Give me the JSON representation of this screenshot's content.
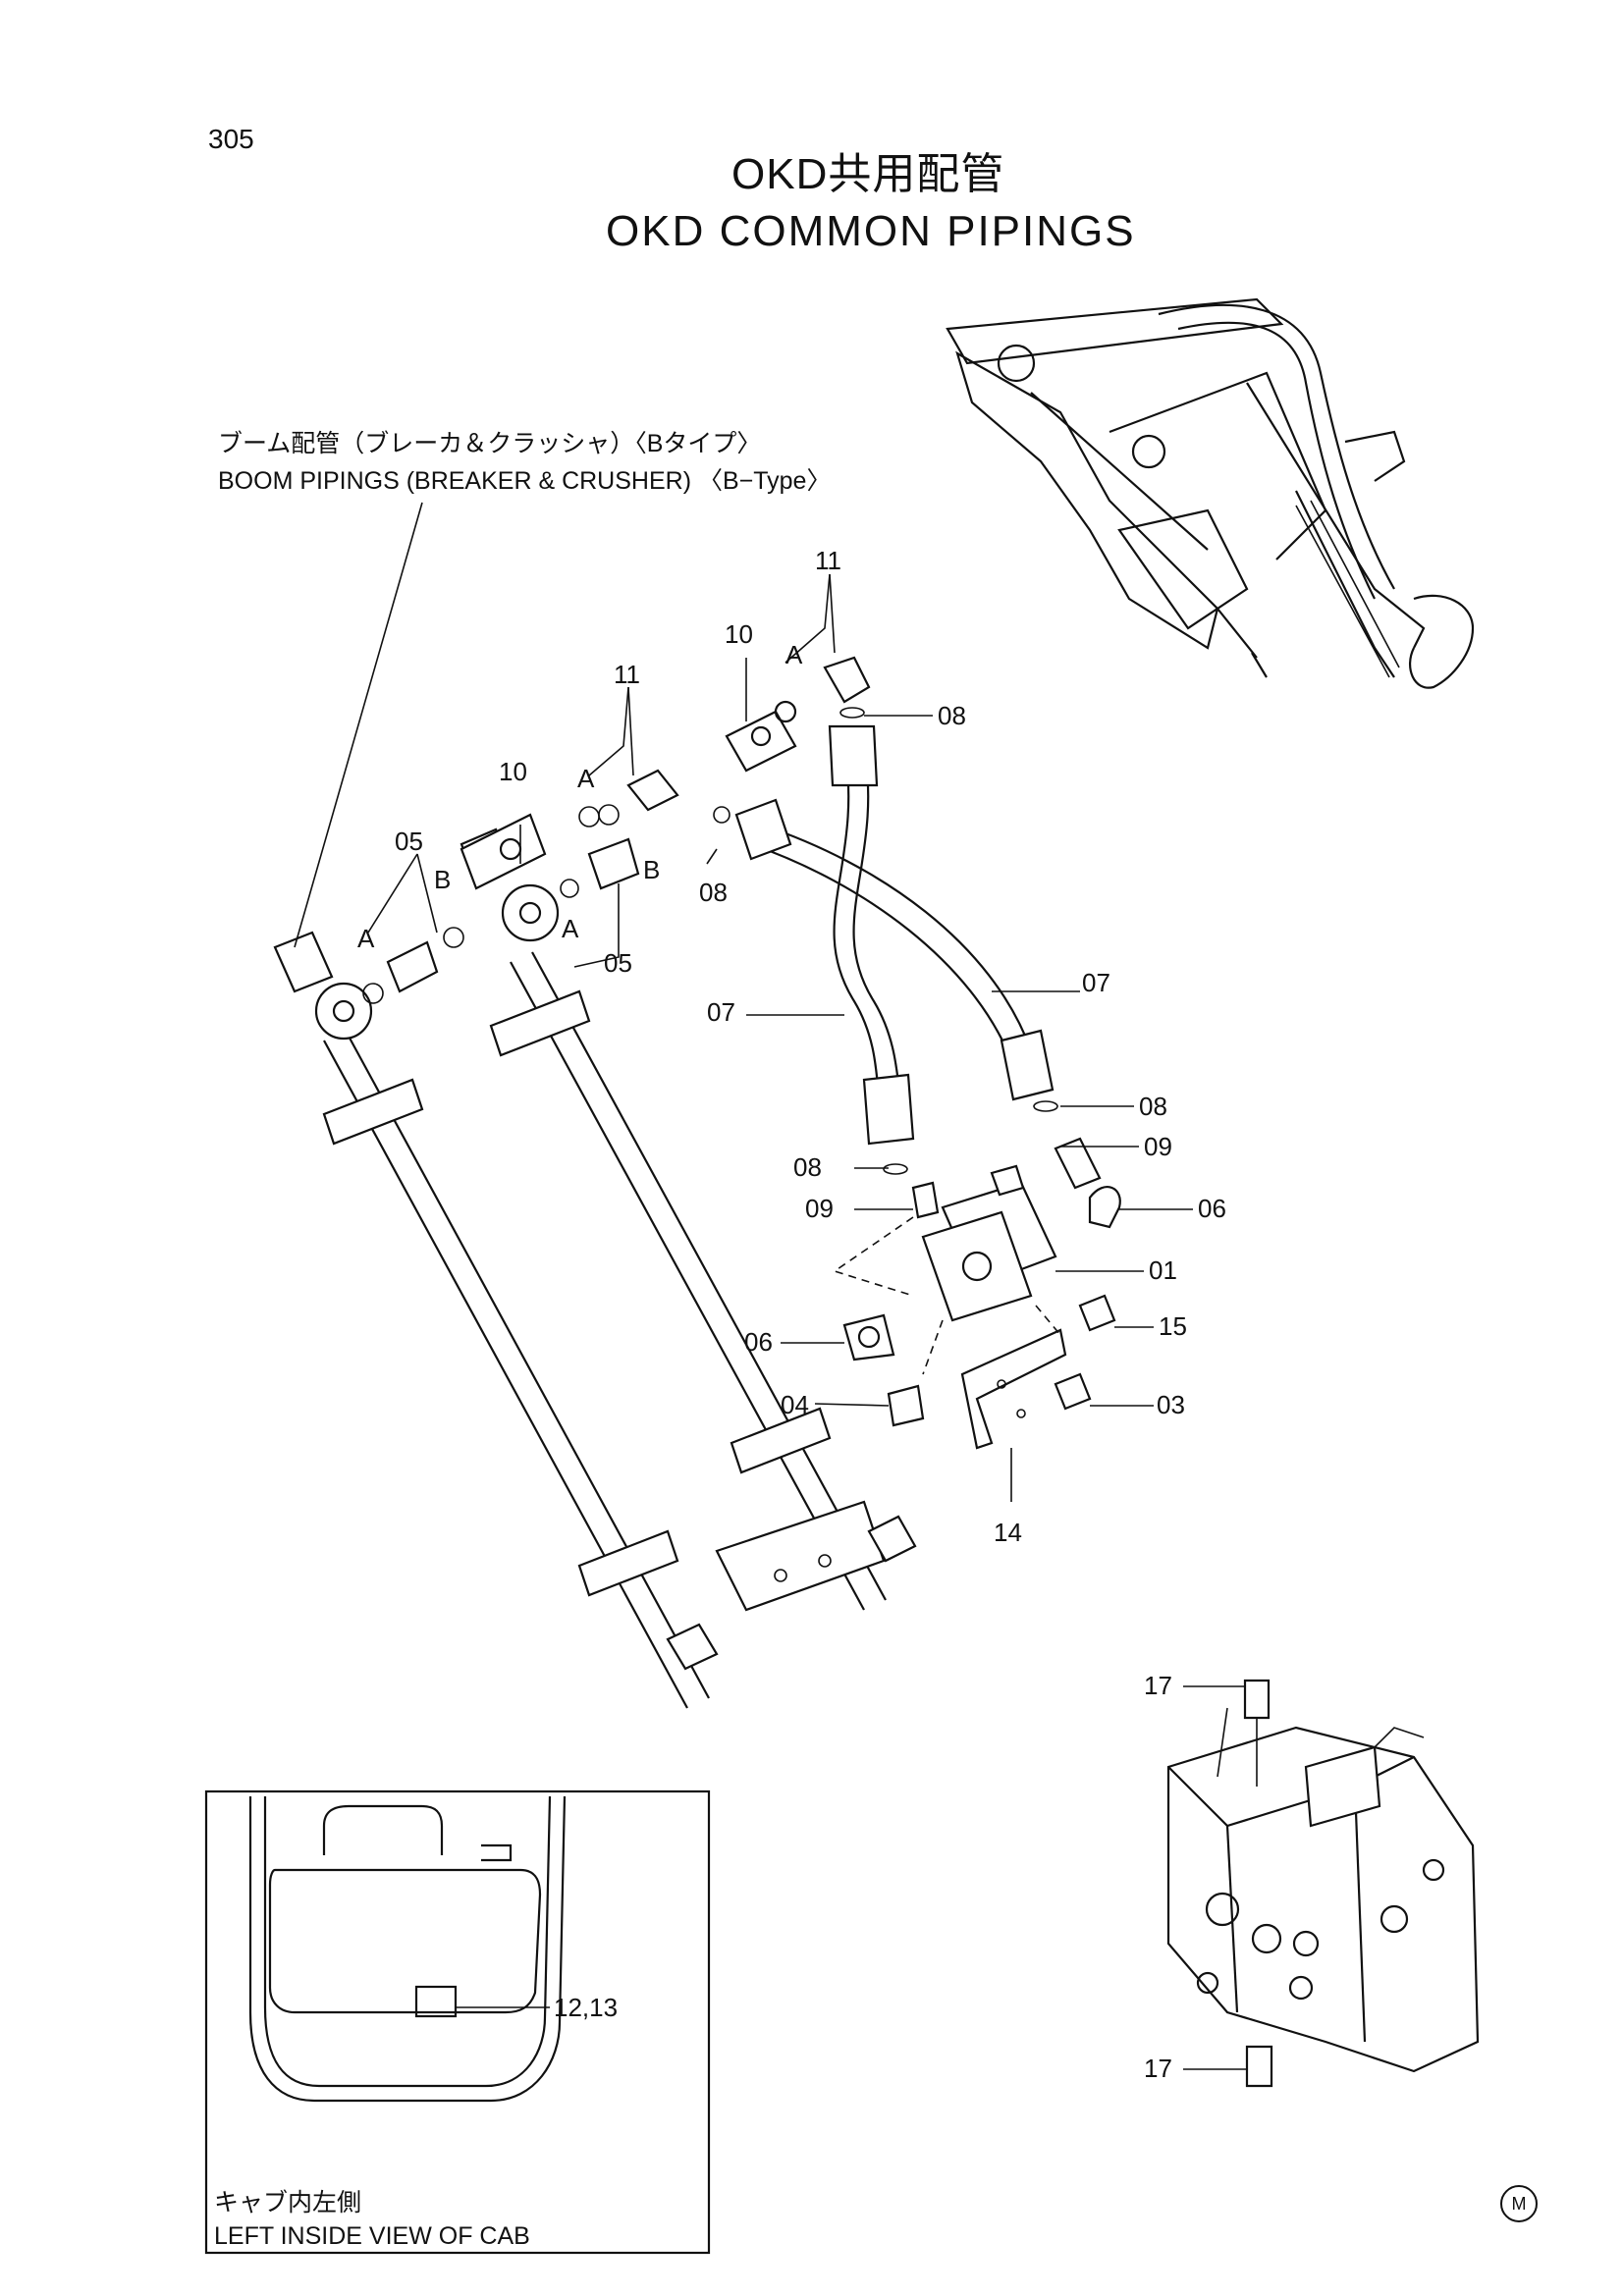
{
  "page_number": "305",
  "title_jp": "OKD共用配管",
  "title_en": "OKD COMMON PIPINGS",
  "boom_caption_jp": "ブーム配管（ブレーカ＆クラッシャ）〈Bタイプ〉",
  "boom_caption_en": "BOOM PIPINGS (BREAKER & CRUSHER) 〈B−Type〉",
  "cab_caption_jp": "キャブ内左側",
  "cab_caption_en": "LEFT INSIDE VIEW OF CAB",
  "manual_mark": "M",
  "part_callouts": [
    "01",
    "03",
    "04",
    "05",
    "05",
    "06",
    "06",
    "07",
    "07",
    "08",
    "08",
    "08",
    "08",
    "09",
    "09",
    "10",
    "10",
    "11",
    "11",
    "14",
    "15",
    "17",
    "17",
    "12,13"
  ],
  "connection_letters": [
    "A",
    "A",
    "A",
    "A",
    "B",
    "B"
  ]
}
